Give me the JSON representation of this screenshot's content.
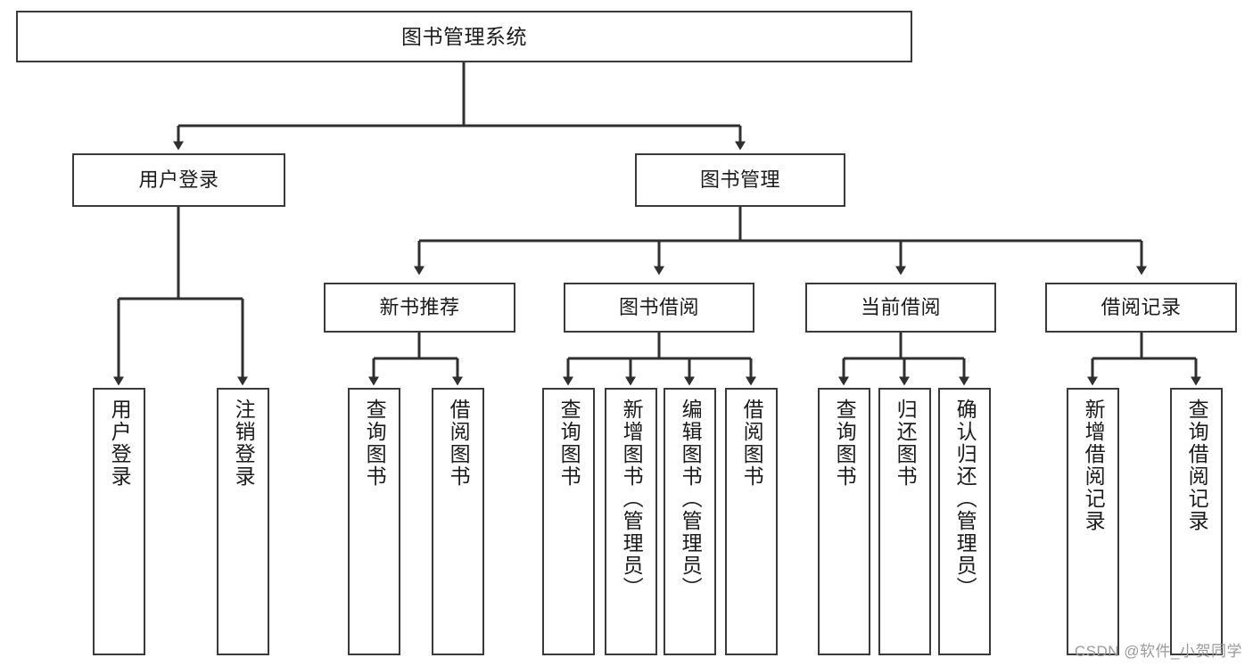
{
  "diagram": {
    "title": "图书管理系统",
    "colors": {
      "border": "#3a3a3a",
      "background": "#ffffff",
      "text": "#1b1b1b",
      "watermark": "#9a9a9a"
    },
    "root": {
      "id": "root",
      "label": "图书管理系统"
    },
    "level2": [
      {
        "id": "user-login",
        "label": "用户登录"
      },
      {
        "id": "book-management",
        "label": "图书管理"
      }
    ],
    "level3": [
      {
        "id": "new-book-recommend",
        "label": "新书推荐"
      },
      {
        "id": "book-borrow",
        "label": "图书借阅"
      },
      {
        "id": "current-borrow",
        "label": "当前借阅"
      },
      {
        "id": "borrow-record",
        "label": "借阅记录"
      }
    ],
    "leaves": [
      {
        "id": "leaf-user-login",
        "label": "用户登录",
        "parent": "user-login"
      },
      {
        "id": "leaf-logout",
        "label": "注销登录",
        "parent": "user-login"
      },
      {
        "id": "leaf-query-book-1",
        "label": "查询图书",
        "parent": "new-book-recommend"
      },
      {
        "id": "leaf-borrow-book-1",
        "label": "借阅图书",
        "parent": "new-book-recommend"
      },
      {
        "id": "leaf-query-book-2",
        "label": "查询图书",
        "parent": "book-borrow"
      },
      {
        "id": "leaf-add-book",
        "label": "新增图书（管理员）",
        "parent": "book-borrow"
      },
      {
        "id": "leaf-edit-book",
        "label": "编辑图书（管理员）",
        "parent": "book-borrow"
      },
      {
        "id": "leaf-borrow-book-2",
        "label": "借阅图书",
        "parent": "book-borrow"
      },
      {
        "id": "leaf-query-book-3",
        "label": "查询图书",
        "parent": "current-borrow"
      },
      {
        "id": "leaf-return-book",
        "label": "归还图书",
        "parent": "current-borrow"
      },
      {
        "id": "leaf-confirm-return",
        "label": "确认归还（管理员）",
        "parent": "current-borrow"
      },
      {
        "id": "leaf-add-record",
        "label": "新增借阅记录",
        "parent": "borrow-record"
      },
      {
        "id": "leaf-query-record",
        "label": "查询借阅记录",
        "parent": "borrow-record"
      }
    ],
    "watermark": "CSDN @软件_小贺同学"
  }
}
